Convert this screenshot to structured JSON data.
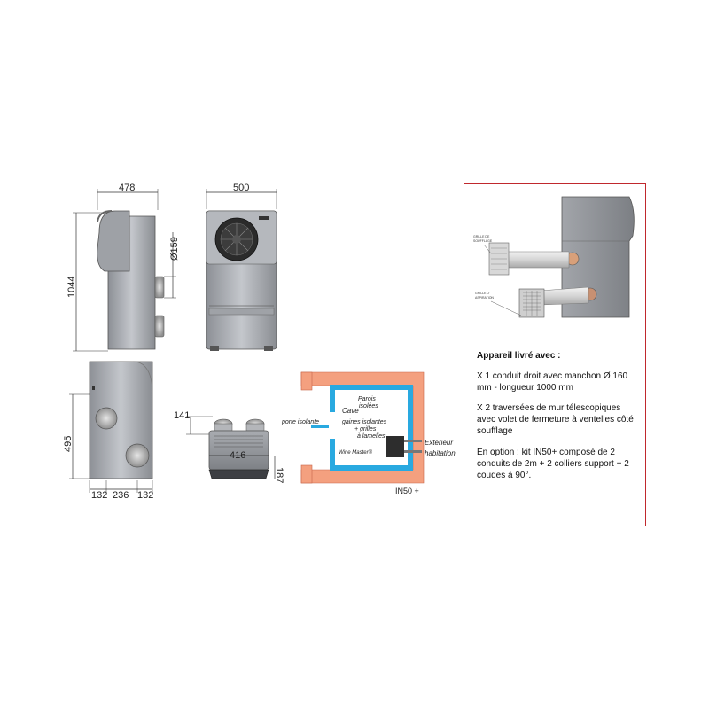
{
  "dimensions": {
    "side_width": "478",
    "front_width": "500",
    "height": "1044",
    "duct_diameter": "Ø159",
    "back_height": "495",
    "back_bottom": "132",
    "back_middle": "236",
    "back_right": "132",
    "top_offset": "141",
    "top_width": "416",
    "top_depth": "187"
  },
  "schema": {
    "parois": "Parois",
    "isolees": "isolées",
    "cave": "Cave",
    "porte": "porte isolante",
    "gaines1": "gaines isolantes",
    "gaines2": "+ grilles",
    "gaines3": "à lamelles",
    "exterieur": "Extérieur",
    "habitation": "habitation",
    "wine_master": "Wine Master®",
    "kit": "IN50 +"
  },
  "panel": {
    "grille_soufflage_1": "GRILLE DE",
    "grille_soufflage_2": "SOUFFLAGE",
    "grille_aspiration_1": "GRILLE D'",
    "grille_aspiration_2": "ASPIRATION",
    "title": "Appareil livré avec :",
    "line1": "X 1 conduit droit avec manchon Ø 160 mm - longueur 1000 mm",
    "line2": "X 2 traversées de mur télescopiques avec volet de fermeture à ventelles côté soufflage",
    "line3": "En option : kit IN50+ composé de 2 conduits de 2m + 2 colliers support + 2 coudes à 90°."
  },
  "colors": {
    "panel_border": "#c0282d",
    "wall": "#f4a07f",
    "insulation": "#29a9e0"
  }
}
